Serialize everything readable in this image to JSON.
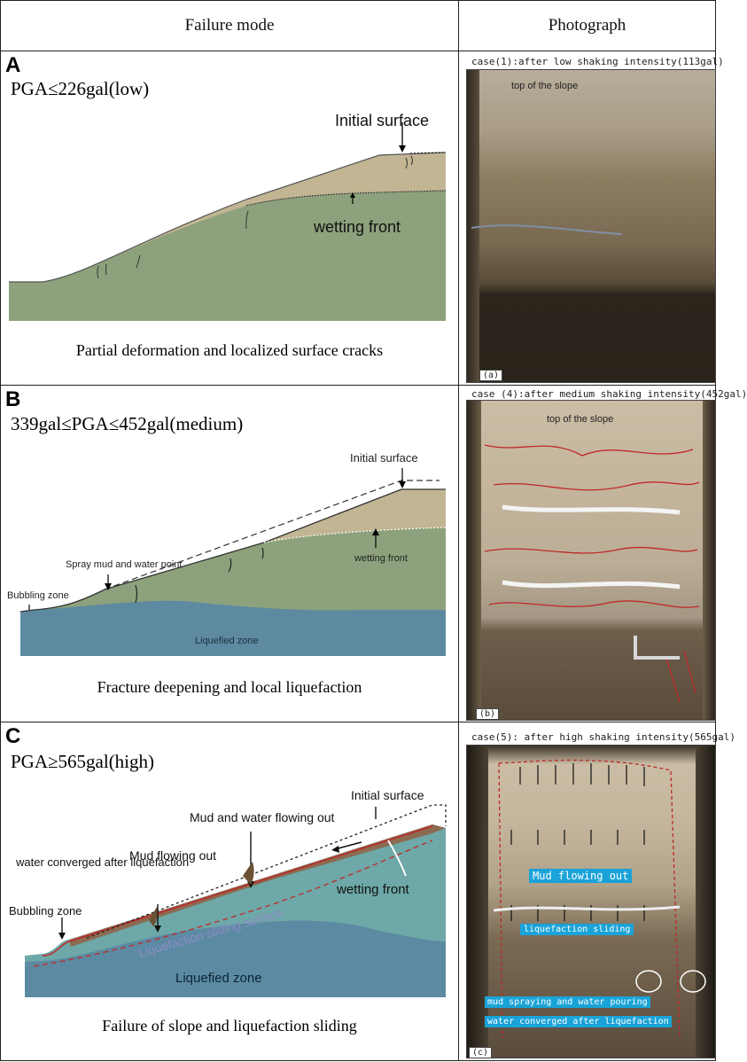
{
  "header": {
    "col1": "Failure mode",
    "col2": "Photograph"
  },
  "rows": [
    {
      "letter": "A",
      "pga": "PGA≤226gal(low)",
      "labels": {
        "initial_surface": "Initial surface",
        "wetting_front": "wetting front"
      },
      "caption": "Partial deformation and localized surface cracks",
      "photo": {
        "title": "case(1):after low shaking intensity(113gal)",
        "top_label": "top of the slope",
        "sub": "(a)"
      }
    },
    {
      "letter": "B",
      "pga": "339gal≤PGA≤452gal(medium)",
      "labels": {
        "initial_surface": "Initial surface",
        "spray": "Spray mud and water point",
        "wetting_front": "wetting front",
        "bubbling": "Bubbling zone",
        "liquefied": "Liquefied zone"
      },
      "caption": "Fracture deepening and local liquefaction",
      "photo": {
        "title": "case (4):after medium shaking intensity(452gal)",
        "top_label": "top of the slope",
        "sub": "(b)"
      }
    },
    {
      "letter": "C",
      "pga": "PGA≥565gal(high)",
      "labels": {
        "initial_surface": "Initial surface",
        "mud_water": "Mud and  water flowing out",
        "mud_flow": "Mud flowing out",
        "water_conv": "water converged after liquefaction",
        "bubbling": "Bubbling zone",
        "wetting_front": "wetting front",
        "sliding_surface": "Liquefaction sliding surface",
        "liquefied": "Liquefied zone"
      },
      "caption": "Failure of slope and liquefaction sliding",
      "photo": {
        "title": "case(5): after high shaking intensity(565gal)",
        "mud_flow": "Mud flowing out",
        "liq_sliding": "liquefaction sliding",
        "spraying": "mud spraying and water pouring",
        "water_conv": "water converged after liquefaction",
        "sub": "(c)"
      }
    }
  ]
}
